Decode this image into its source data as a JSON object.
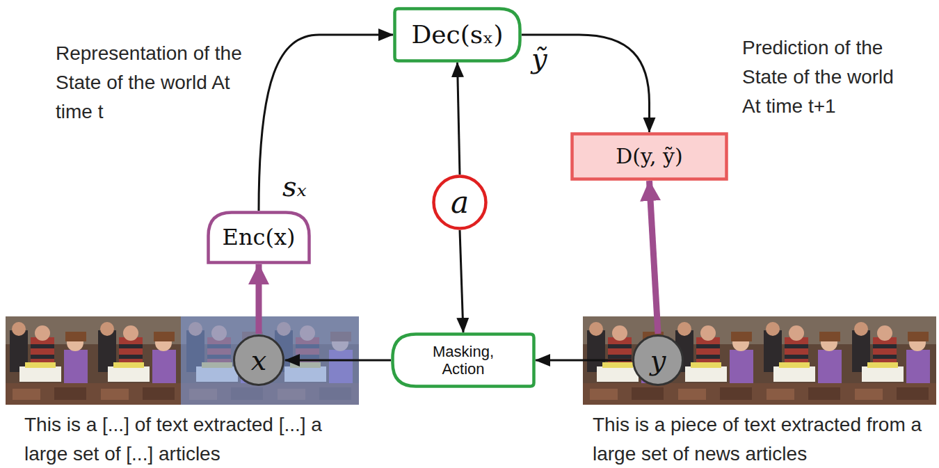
{
  "diagram": {
    "nodes": [
      {
        "text": [
          "Dec(sₓ)"
        ]
      },
      {
        "text": [
          "D(y, ỹ)"
        ]
      },
      {
        "text": [
          "a"
        ]
      },
      {
        "text": [
          "Enc(x)"
        ]
      },
      {
        "text": [
          "x"
        ]
      },
      {
        "text": [
          "Masking, Action"
        ]
      },
      {
        "text": [
          "y"
        ]
      }
    ],
    "edges": [
      {
        "from": 3,
        "to": 0,
        "arrow": "to",
        "label": "sₓ"
      },
      {
        "from": 0,
        "to": 1,
        "arrow": "to",
        "label": "ỹ"
      },
      {
        "from": 2,
        "to": 0,
        "arrow": "to"
      },
      {
        "from": 2,
        "to": 5,
        "arrow": "to"
      },
      {
        "from": 4,
        "to": 3,
        "arrow": "to"
      },
      {
        "from": 6,
        "to": 1,
        "arrow": "to"
      },
      {
        "from": 6,
        "to": 5,
        "arrow": "to"
      },
      {
        "from": 5,
        "to": 4,
        "arrow": "to"
      }
    ],
    "labels": [
      "Representation of the State of the world At time t",
      "Prediction of the State of the world At time t+1",
      "This is a [...] of text extracted [...] a large set of [...] articles",
      "This is a piece of text extracted from a large set of news articles"
    ]
  }
}
